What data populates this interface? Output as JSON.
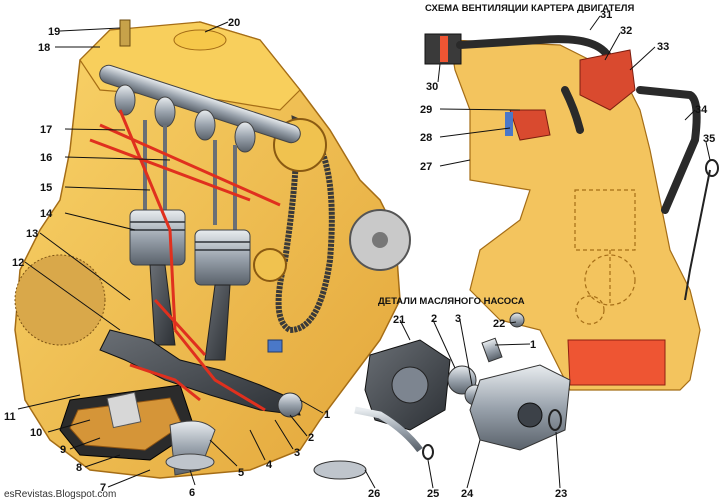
{
  "titles": {
    "ventilation": "СХЕМА ВЕНТИЛЯЦИИ КАРТЕРА ДВИГАТЕЛЯ",
    "oil_pump": "ДЕТАЛИ МАСЛЯНОГО НАСОСА"
  },
  "credit": "esRevistas.Blogspot.com",
  "callouts": {
    "n1": "1",
    "n2": "2",
    "n3": "3",
    "n4": "4",
    "n5": "5",
    "n6": "6",
    "n7": "7",
    "n8": "8",
    "n9": "9",
    "n10": "10",
    "n11": "11",
    "n12": "12",
    "n13": "13",
    "n14": "14",
    "n15": "15",
    "n16": "16",
    "n17": "17",
    "n18": "18",
    "n19": "19",
    "n20": "20",
    "n21": "21",
    "n22": "22",
    "n23": "23",
    "n24": "24",
    "n25": "25",
    "n26": "26",
    "n27": "27",
    "n28": "28",
    "n29": "29",
    "n30": "30",
    "n31": "31",
    "n32": "32",
    "n33": "33",
    "n34": "34",
    "n35": "35",
    "p2": "2",
    "p3": "3",
    "p1": "1"
  },
  "colors": {
    "engine_yellow": "#f4c24a",
    "engine_shadow": "#d89a2c",
    "steel": "#9aa3ad",
    "oil_path": "#e0301e",
    "oil_sump": "#ee5533",
    "hose": "#2a2a2a",
    "filter_blue": "#4a78c8"
  }
}
